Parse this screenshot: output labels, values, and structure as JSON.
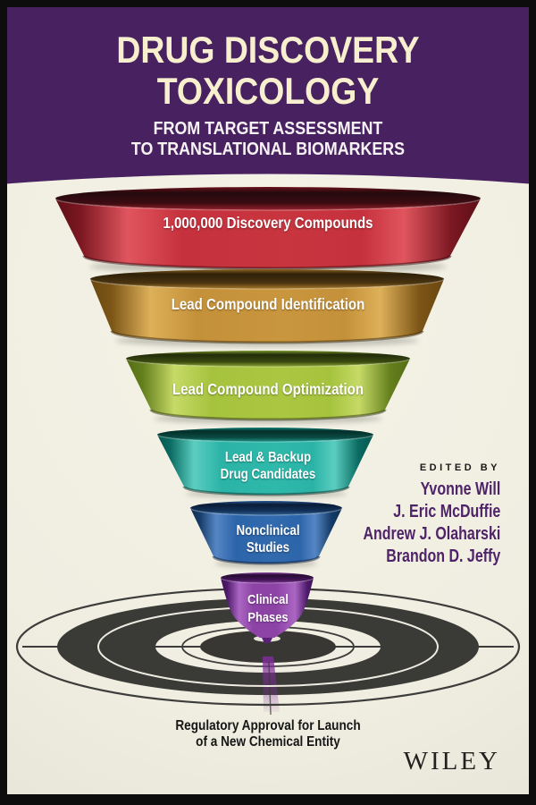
{
  "cover": {
    "title": {
      "line1": "DRUG DISCOVERY",
      "line2": "TOXICOLOGY"
    },
    "subtitle": {
      "line1": "FROM TARGET ASSESSMENT",
      "line2": "TO TRANSLATIONAL BIOMARKERS"
    },
    "edited_by_label": "EDITED BY",
    "editors": [
      "Yvonne Will",
      "J. Eric McDuffie",
      "Andrew J. Olaharski",
      "Brandon D. Jeffy"
    ],
    "approval": {
      "line1": "Regulatory Approval for Launch",
      "line2": "of a New Chemical Entity"
    },
    "publisher": "WILEY"
  },
  "funnel": {
    "stages": [
      {
        "name": "discovery-compounds",
        "line1": "1,000,000 Discovery Compounds",
        "line2": "",
        "color": "#c5313c"
      },
      {
        "name": "lead-compound-identification",
        "line1": "Lead Compound Identification",
        "line2": "",
        "color": "#c4913a"
      },
      {
        "name": "lead-compound-optimization",
        "line1": "Lead Compound Optimization",
        "line2": "",
        "color": "#a6c33e"
      },
      {
        "name": "lead-backup-drug-candidates",
        "line1": "Lead & Backup",
        "line2": "Drug Candidates",
        "color": "#2ab3a6"
      },
      {
        "name": "nonclinical-studies",
        "line1": "Nonclinical",
        "line2": "Studies",
        "color": "#2d65aa"
      },
      {
        "name": "clinical-phases",
        "line1": "Clinical",
        "line2": "Phases",
        "color": "#8d43a6"
      }
    ]
  },
  "colors": {
    "band_purple": "#482260",
    "title_cream": "#f7efcd",
    "subtitle_white": "#f7f2f4",
    "editors_purple": "#4f2368",
    "background_cream": "#f0eee1",
    "frame_black": "#0d0d0d",
    "target_dark": "#3a3a37"
  }
}
